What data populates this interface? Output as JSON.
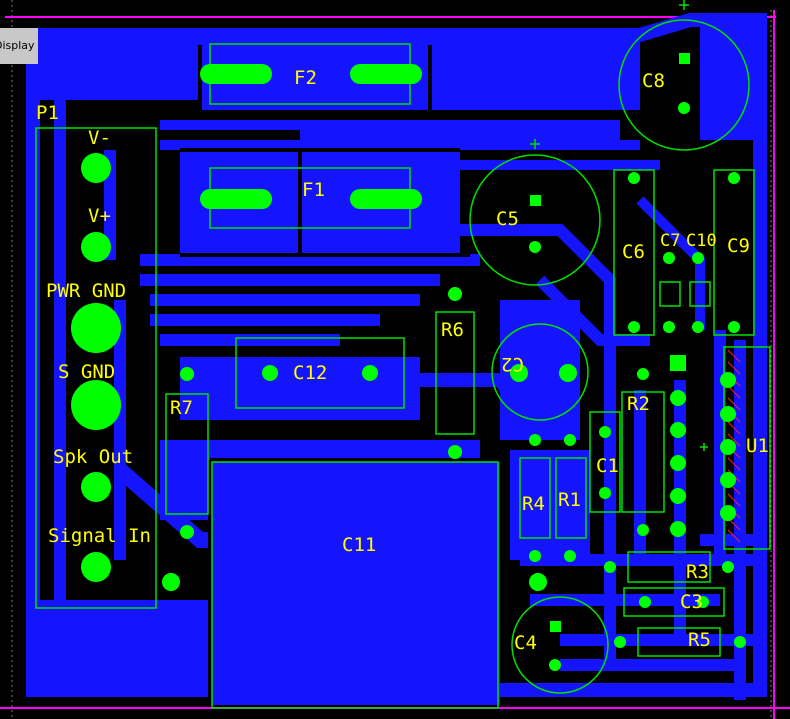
{
  "window_tab_label": "Display",
  "colors": {
    "background": "#000000",
    "copper": "#1414ff",
    "pad": "#00ff00",
    "silk": "#00e000",
    "text": "#ffff00",
    "border": "#ff00ff"
  },
  "connector": {
    "designator": "P1",
    "pins": [
      "V-",
      "V+",
      "PWR GND",
      "S GND",
      "Spk Out",
      "Signal In"
    ]
  },
  "components": {
    "F1": "F1",
    "F2": "F2",
    "C1": "C1",
    "C2": "C2",
    "C3": "C3",
    "C4": "C4",
    "C5": "C5",
    "C6": "C6",
    "C7": "C7",
    "C8": "C8",
    "C9": "C9",
    "C10": "C10",
    "C11": "C11",
    "C12": "C12",
    "R1": "R1",
    "R2": "R2",
    "R3": "R3",
    "R4": "R4",
    "R5": "R5",
    "R6": "R6",
    "R7": "R7",
    "U1": "U1"
  }
}
